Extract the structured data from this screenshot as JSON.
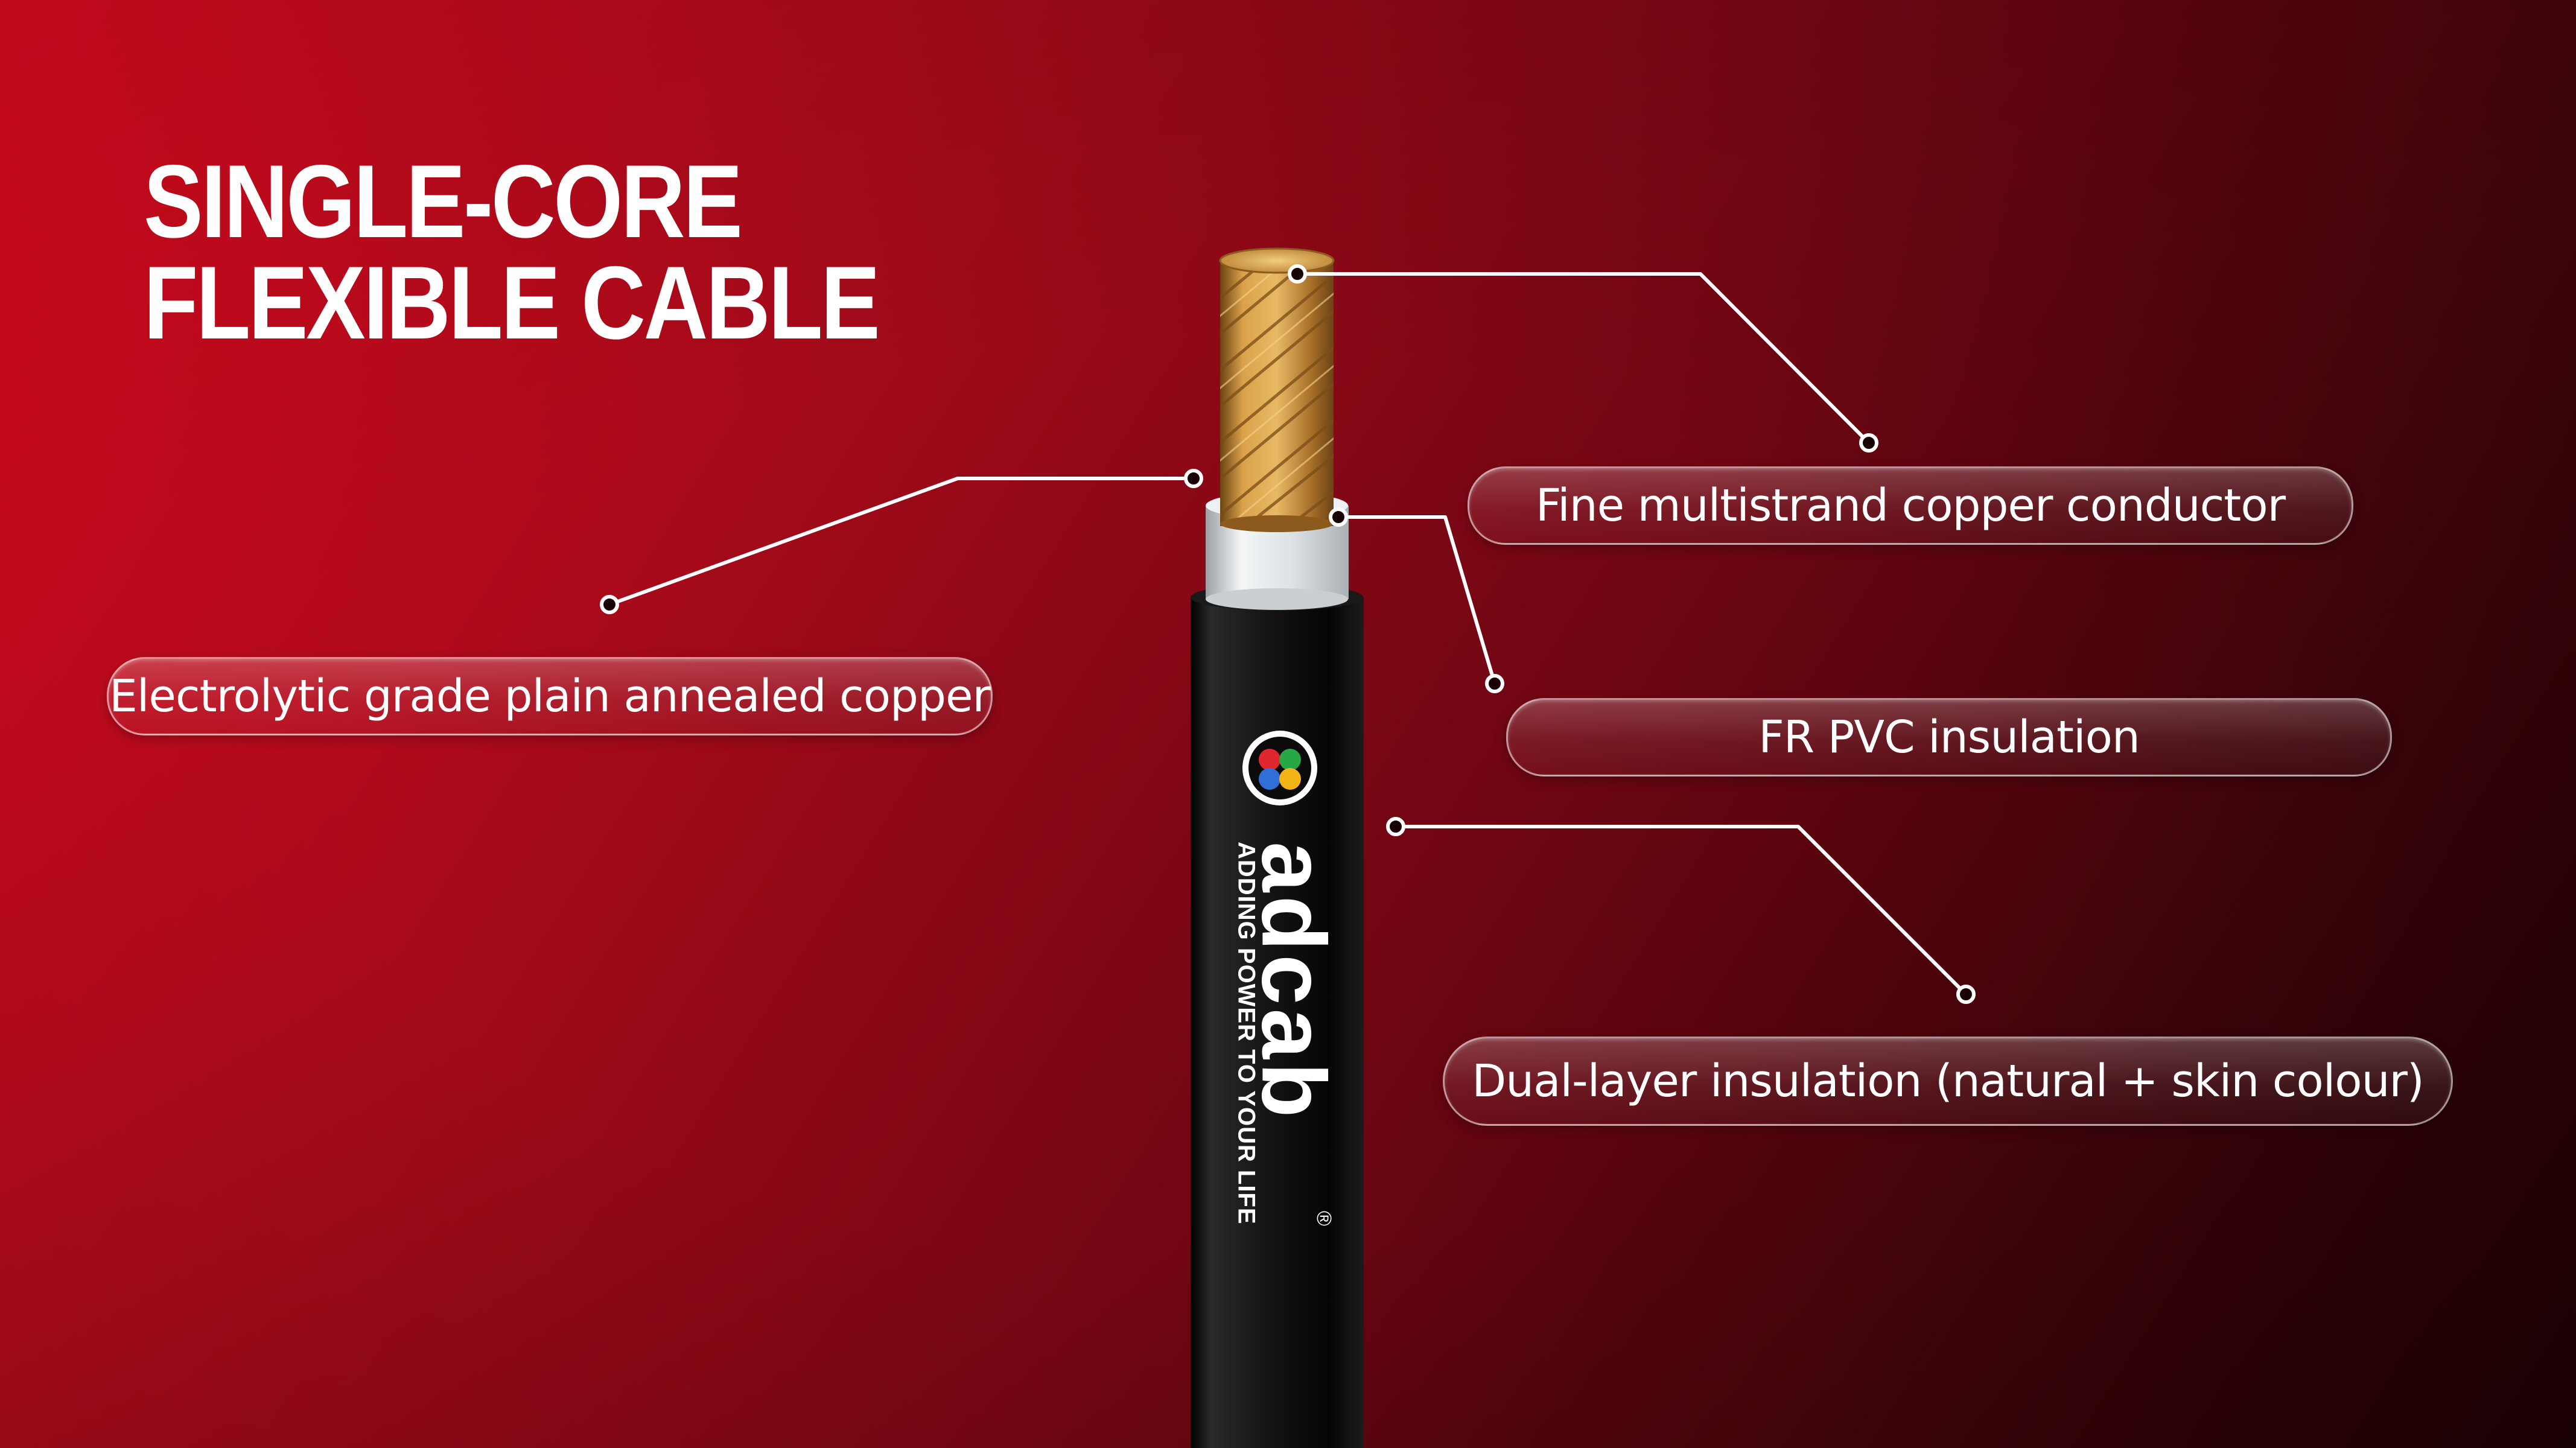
{
  "title": {
    "line1": "SINGLE-CORE",
    "line2": "FLEXIBLE CABLE"
  },
  "labels": {
    "electrolytic": "Electrolytic grade plain annealed copper",
    "conductor": "Fine multistrand copper conductor",
    "fr_pvc": "FR PVC insulation",
    "dual_layer": "Dual-layer insulation (natural + skin colour)"
  },
  "brand": {
    "name": "adcab",
    "tagline": "ADDING POWER TO YOUR LIFE",
    "registered_mark": "®",
    "logo_dot_colors": [
      "#e1262d",
      "#27a844",
      "#2f6fd6",
      "#f3b417"
    ]
  },
  "colors": {
    "background_start": "#e30b20",
    "background_end": "#1e0104",
    "copper": "#c9913c",
    "inner_insulation": "#e8ecef",
    "outer_sheath": "#0b0b0c",
    "leader_line": "#ffffff"
  }
}
